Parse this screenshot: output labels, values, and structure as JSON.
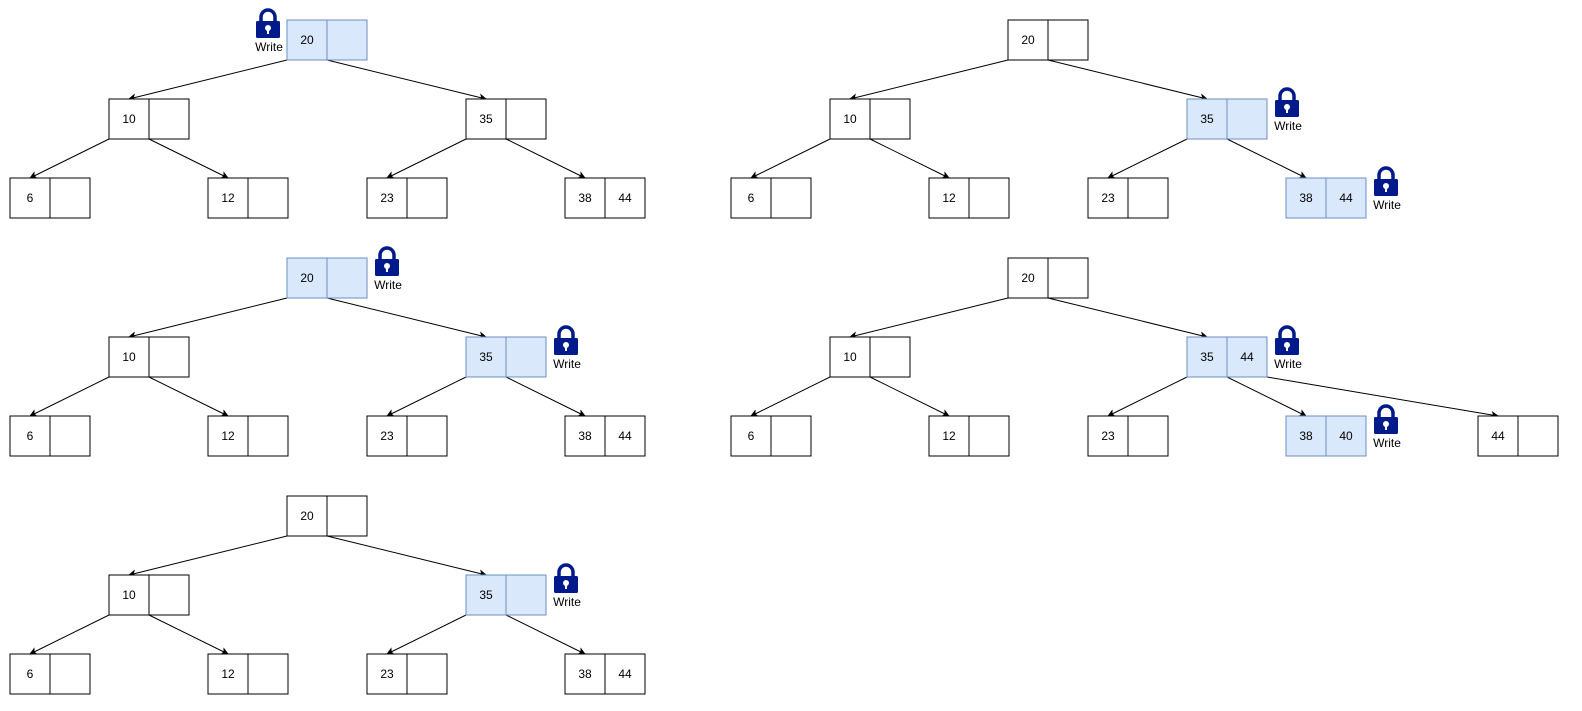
{
  "lock_label": "Write",
  "colors": {
    "highlight_fill": "#dae8fc",
    "highlight_stroke": "#6c8ebf",
    "lock": "#001a8c",
    "node_stroke": "#000000"
  },
  "icon": "padlock-icon",
  "panels": [
    {
      "id": "panel-1",
      "nodes": [
        {
          "id": "root",
          "keys": [
            "20",
            ""
          ],
          "highlighted": true,
          "locked": true
        },
        {
          "id": "n10",
          "keys": [
            "10",
            ""
          ],
          "highlighted": false,
          "locked": false
        },
        {
          "id": "n35",
          "keys": [
            "35",
            ""
          ],
          "highlighted": false,
          "locked": false
        },
        {
          "id": "l6",
          "keys": [
            "6",
            ""
          ],
          "highlighted": false,
          "locked": false
        },
        {
          "id": "l12",
          "keys": [
            "12",
            ""
          ],
          "highlighted": false,
          "locked": false
        },
        {
          "id": "l23",
          "keys": [
            "23",
            ""
          ],
          "highlighted": false,
          "locked": false
        },
        {
          "id": "l38",
          "keys": [
            "38",
            "44"
          ],
          "highlighted": false,
          "locked": false
        }
      ]
    },
    {
      "id": "panel-2",
      "nodes": [
        {
          "id": "root",
          "keys": [
            "20",
            ""
          ],
          "highlighted": false,
          "locked": false
        },
        {
          "id": "n10",
          "keys": [
            "10",
            ""
          ],
          "highlighted": false,
          "locked": false
        },
        {
          "id": "n35",
          "keys": [
            "35",
            ""
          ],
          "highlighted": true,
          "locked": true
        },
        {
          "id": "l6",
          "keys": [
            "6",
            ""
          ],
          "highlighted": false,
          "locked": false
        },
        {
          "id": "l12",
          "keys": [
            "12",
            ""
          ],
          "highlighted": false,
          "locked": false
        },
        {
          "id": "l23",
          "keys": [
            "23",
            ""
          ],
          "highlighted": false,
          "locked": false
        },
        {
          "id": "l38",
          "keys": [
            "38",
            "44"
          ],
          "highlighted": true,
          "locked": true
        }
      ]
    },
    {
      "id": "panel-3",
      "nodes": [
        {
          "id": "root",
          "keys": [
            "20",
            ""
          ],
          "highlighted": true,
          "locked": true
        },
        {
          "id": "n10",
          "keys": [
            "10",
            ""
          ],
          "highlighted": false,
          "locked": false
        },
        {
          "id": "n35",
          "keys": [
            "35",
            ""
          ],
          "highlighted": true,
          "locked": true
        },
        {
          "id": "l6",
          "keys": [
            "6",
            ""
          ],
          "highlighted": false,
          "locked": false
        },
        {
          "id": "l12",
          "keys": [
            "12",
            ""
          ],
          "highlighted": false,
          "locked": false
        },
        {
          "id": "l23",
          "keys": [
            "23",
            ""
          ],
          "highlighted": false,
          "locked": false
        },
        {
          "id": "l38",
          "keys": [
            "38",
            "44"
          ],
          "highlighted": false,
          "locked": false
        }
      ]
    },
    {
      "id": "panel-4",
      "nodes": [
        {
          "id": "root",
          "keys": [
            "20",
            ""
          ],
          "highlighted": false,
          "locked": false
        },
        {
          "id": "n10",
          "keys": [
            "10",
            ""
          ],
          "highlighted": false,
          "locked": false
        },
        {
          "id": "n35",
          "keys": [
            "35",
            "44"
          ],
          "highlighted": true,
          "locked": true
        },
        {
          "id": "l6",
          "keys": [
            "6",
            ""
          ],
          "highlighted": false,
          "locked": false
        },
        {
          "id": "l12",
          "keys": [
            "12",
            ""
          ],
          "highlighted": false,
          "locked": false
        },
        {
          "id": "l23",
          "keys": [
            "23",
            ""
          ],
          "highlighted": false,
          "locked": false
        },
        {
          "id": "l38",
          "keys": [
            "38",
            "40"
          ],
          "highlighted": true,
          "locked": true
        },
        {
          "id": "l44",
          "keys": [
            "44",
            ""
          ],
          "highlighted": false,
          "locked": false
        }
      ]
    },
    {
      "id": "panel-5",
      "nodes": [
        {
          "id": "root",
          "keys": [
            "20",
            ""
          ],
          "highlighted": false,
          "locked": false
        },
        {
          "id": "n10",
          "keys": [
            "10",
            ""
          ],
          "highlighted": false,
          "locked": false
        },
        {
          "id": "n35",
          "keys": [
            "35",
            ""
          ],
          "highlighted": true,
          "locked": true
        },
        {
          "id": "l6",
          "keys": [
            "6",
            ""
          ],
          "highlighted": false,
          "locked": false
        },
        {
          "id": "l12",
          "keys": [
            "12",
            ""
          ],
          "highlighted": false,
          "locked": false
        },
        {
          "id": "l23",
          "keys": [
            "23",
            ""
          ],
          "highlighted": false,
          "locked": false
        },
        {
          "id": "l38",
          "keys": [
            "38",
            "44"
          ],
          "highlighted": false,
          "locked": false
        }
      ]
    }
  ]
}
